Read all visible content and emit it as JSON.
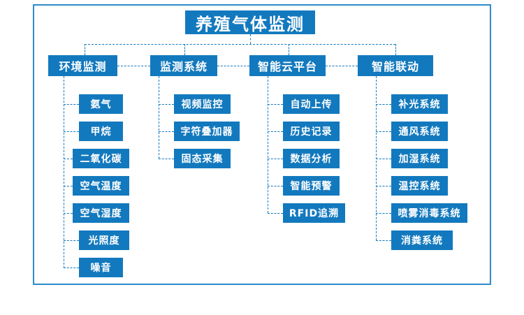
{
  "diagram": {
    "title": "养殖气体监测",
    "colors": {
      "node_fill": "#1379be",
      "node_text": "#ffffff",
      "connector": "#1379be",
      "frame_border": "#2e8bcc",
      "background": "#ffffff"
    },
    "branches": [
      {
        "label": "环境监测",
        "children": [
          {
            "label": "氨气"
          },
          {
            "label": "甲烷"
          },
          {
            "label": "二氧化碳"
          },
          {
            "label": "空气温度"
          },
          {
            "label": "空气湿度"
          },
          {
            "label": "光照度"
          },
          {
            "label": "噪音"
          }
        ]
      },
      {
        "label": "监测系统",
        "children": [
          {
            "label": "视频监控"
          },
          {
            "label": "字符叠加器"
          },
          {
            "label": "固态采集"
          }
        ]
      },
      {
        "label": "智能云平台",
        "children": [
          {
            "label": "自动上传"
          },
          {
            "label": "历史记录"
          },
          {
            "label": "数据分析"
          },
          {
            "label": "智能预警"
          },
          {
            "label": "RFID追溯"
          }
        ]
      },
      {
        "label": "智能联动",
        "children": [
          {
            "label": "补光系统"
          },
          {
            "label": "通风系统"
          },
          {
            "label": "加湿系统"
          },
          {
            "label": "温控系统"
          },
          {
            "label": "喷雾消毒系统"
          },
          {
            "label": "消粪系统"
          }
        ]
      }
    ]
  }
}
